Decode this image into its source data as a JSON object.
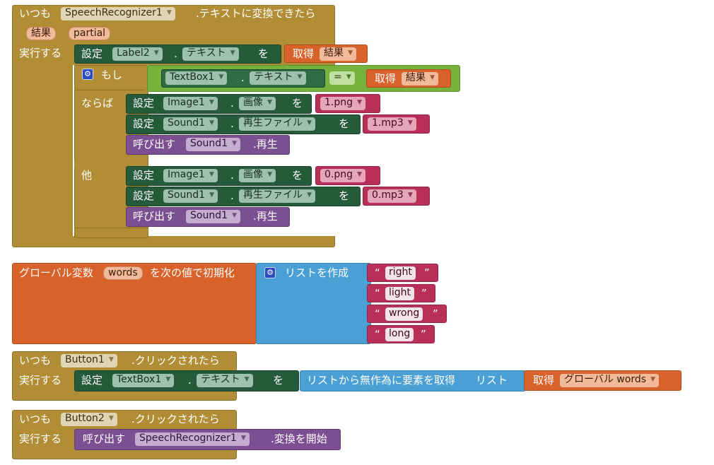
{
  "event_speech": {
    "when": "いつも",
    "component": "SpeechRecognizer1",
    "event": ".テキストに変換できたら",
    "params": [
      "結果",
      "partial"
    ],
    "do": "実行する",
    "set_label": {
      "set": "設定",
      "component": "Label2",
      "dot": ".",
      "property": "テキスト",
      "to": "を",
      "get": "取得",
      "var": "結果"
    },
    "if_block": {
      "if": "もし",
      "then": "ならば",
      "else": "他",
      "compare": {
        "component": "TextBox1",
        "dot": ".",
        "property": "テキスト",
        "op": "=",
        "get": "取得",
        "var": "結果"
      },
      "then_set_image": {
        "set": "設定",
        "component": "Image1",
        "dot": ".",
        "property": "画像",
        "to": "を",
        "value": "1.png"
      },
      "then_set_sound": {
        "set": "設定",
        "component": "Sound1",
        "dot": ".",
        "property": "再生ファイル",
        "to": "を",
        "value": "1.mp3"
      },
      "then_call": {
        "call": "呼び出す",
        "component": "Sound1",
        "method": ".再生"
      },
      "else_set_image": {
        "set": "設定",
        "component": "Image1",
        "dot": ".",
        "property": "画像",
        "to": "を",
        "value": "0.png"
      },
      "else_set_sound": {
        "set": "設定",
        "component": "Sound1",
        "dot": ".",
        "property": "再生ファイル",
        "to": "を",
        "value": "0.mp3"
      },
      "else_call": {
        "call": "呼び出す",
        "component": "Sound1",
        "method": ".再生"
      }
    }
  },
  "global_var": {
    "prefix": "グローバル変数",
    "name": "words",
    "suffix": "を次の値で初期化",
    "make_list": "リストを作成",
    "quote_open": "“",
    "quote_close": "”",
    "items": [
      "right",
      "light",
      "wrong",
      "long"
    ]
  },
  "event_button1": {
    "when": "いつも",
    "component": "Button1",
    "event": ".クリックされたら",
    "do": "実行する",
    "set": "設定",
    "target": "TextBox1",
    "dot": ".",
    "property": "テキスト",
    "to": "を",
    "random_item": "リストから無作為に要素を取得",
    "list_label": "リスト",
    "get": "取得",
    "var": "グローバル words"
  },
  "event_button2": {
    "when": "いつも",
    "component": "Button2",
    "event": ".クリックされたら",
    "do": "実行する",
    "call": "呼び出す",
    "target": "SpeechRecognizer1",
    "method": ".変換を開始"
  },
  "icons": {
    "mutator": "gear-icon",
    "dropdown": "chevron-down-icon"
  },
  "colors": {
    "event": "#b18e35",
    "setter": "#255b3a",
    "procedure": "#7c4f92",
    "getter": "#d9622b",
    "text": "#b8305a",
    "list": "#4aa0d4",
    "logic": "#76b33c"
  }
}
